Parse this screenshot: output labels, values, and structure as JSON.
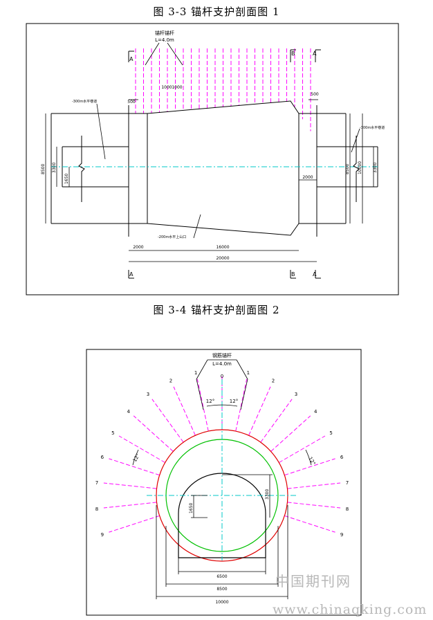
{
  "figure1": {
    "caption": "图 3-3   锚杆支护剖面图 1",
    "bolt_label": "锚杆锚杆",
    "bolt_length": "L=4.0m",
    "spacing_1": "1000",
    "spacing_2": "1000",
    "dim_500_left": "500",
    "dim_500_right": "500",
    "note_left": "-300m水平巷道",
    "note_right": "-300m水平巷道",
    "note_bottom": "-200m水平上山口",
    "height_left_outer": "8500",
    "height_left_mid": "3300",
    "height_left_inner": "1650",
    "height_right_outer": "8500",
    "height_right_mid": "10000",
    "height_right_inner": "3300",
    "dim_2000_right": "2000",
    "dim_2000_left": "2000",
    "dim_16000": "16000",
    "dim_20000": "20000",
    "sec_A": "A",
    "sec_B": "B"
  },
  "figure2": {
    "caption": "图 3-4   锚杆支护剖面图 2",
    "bolt_label": "钢筋锚杆",
    "bolt_length": "L=4.0m",
    "bolt_numbers_left": [
      "1",
      "2",
      "3",
      "4",
      "5",
      "6",
      "7",
      "8",
      "9"
    ],
    "bolt_numbers_right": [
      "1",
      "2",
      "3",
      "4",
      "5",
      "6",
      "7",
      "8",
      "9"
    ],
    "top_number": "0",
    "angle_top_left": "12°",
    "angle_top_right": "12°",
    "angle_left": "12°",
    "angle_right": "12°",
    "dim_3300": "3300",
    "dim_1650": "1650",
    "dim_6500": "6500",
    "dim_8500": "8500",
    "dim_10000": "10000",
    "colors": {
      "outer_circle": "#e00000",
      "inner_circle": "#00c000",
      "bolts": "#ff00ff",
      "centerline": "#00c8c8"
    }
  },
  "watermark": {
    "cn": "中国期刊网",
    "url": "www.chinaqking.com"
  }
}
